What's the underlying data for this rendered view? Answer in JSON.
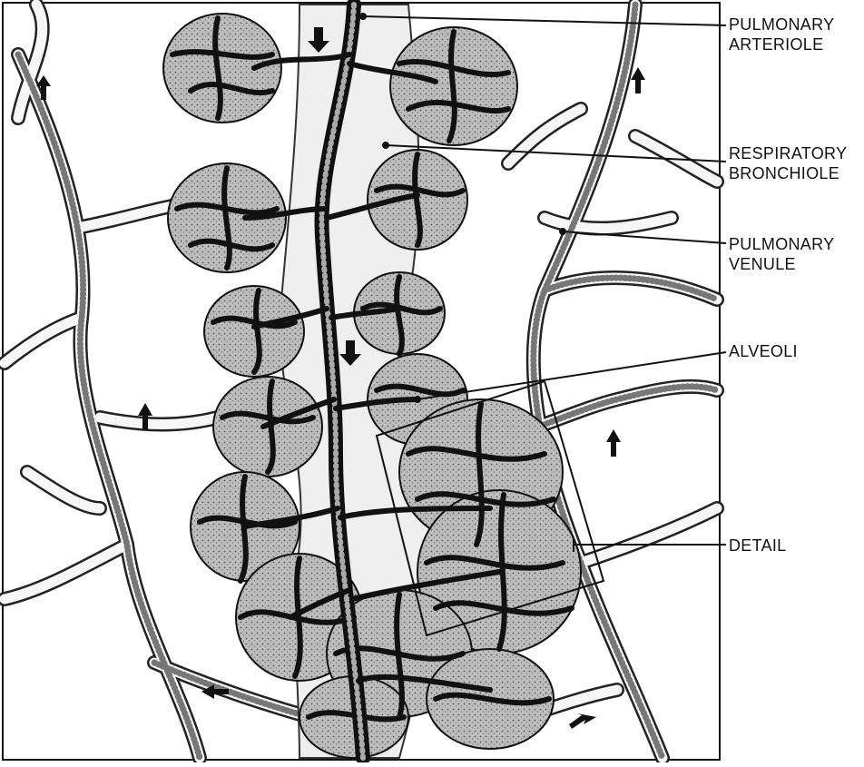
{
  "labels": {
    "pulmonary_arteriole": "PULMONARY\nARTERIOLE",
    "respiratory_bronchiole": "RESPIRATORY\nBRONCHIOLE",
    "pulmonary_venule": "PULMONARY\nVENULE",
    "alveoli": "ALVEOLI",
    "detail": "DETAIL"
  },
  "colors": {
    "ink": "#111111",
    "background": "#ffffff",
    "sac_fill": "#b9b9b9",
    "vessel_fill": "#f4f4f4"
  },
  "icons": [
    "flow-arrow-icon"
  ]
}
